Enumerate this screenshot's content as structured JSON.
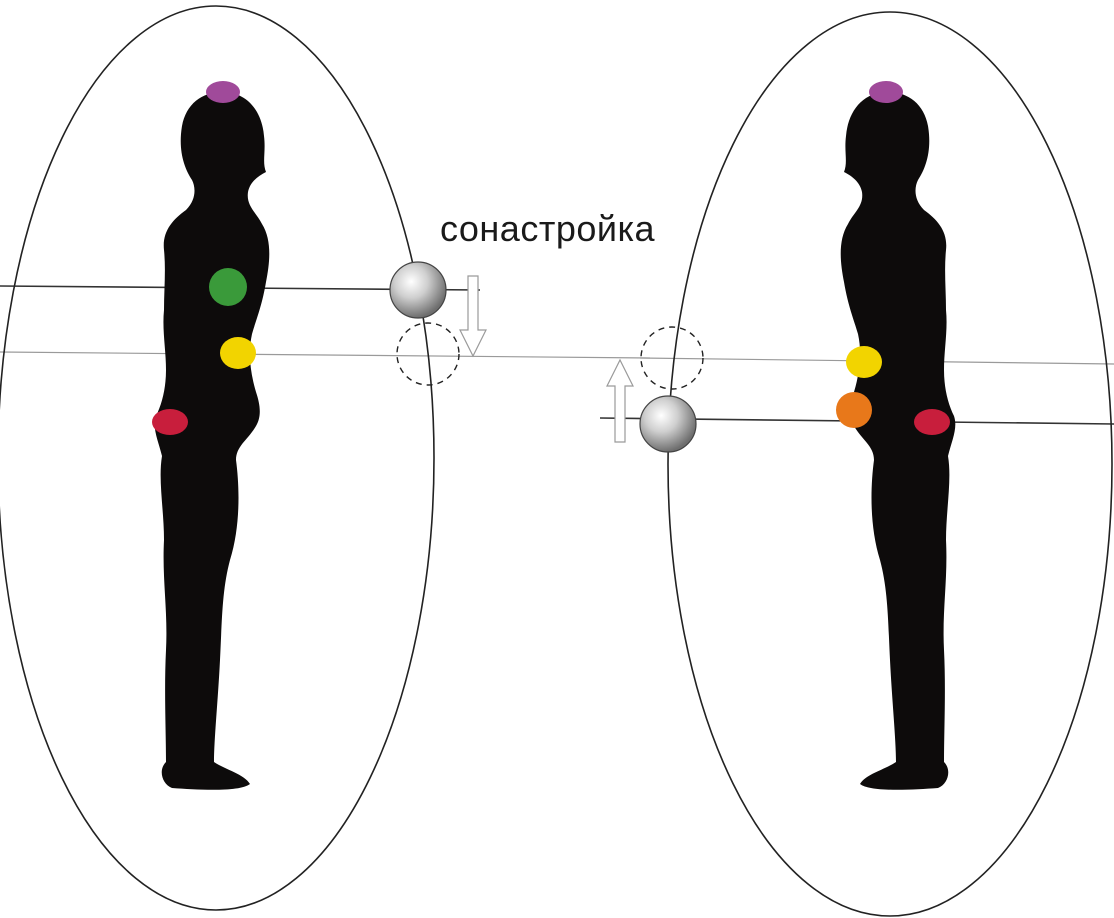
{
  "caption": "сонастройка",
  "colors": {
    "background": "#ffffff",
    "silhouette": "#0d0b0b",
    "aura_outline": "#222222",
    "line_upper": "#333333",
    "line_lower": "#9a9a9a",
    "crown": "#a04a9a",
    "heart": "#3a9a3a",
    "solar_plexus": "#f2d400",
    "sacral": "#e8781a",
    "root": "#c81e3c"
  },
  "figures": [
    {
      "name": "left-person",
      "chakras": [
        "crown",
        "heart",
        "solar-plexus",
        "root"
      ]
    },
    {
      "name": "right-person",
      "chakras": [
        "crown",
        "solar-plexus",
        "sacral",
        "root"
      ]
    }
  ],
  "connectors": [
    {
      "name": "left-connector",
      "shift": "down"
    },
    {
      "name": "right-connector",
      "shift": "up"
    }
  ]
}
